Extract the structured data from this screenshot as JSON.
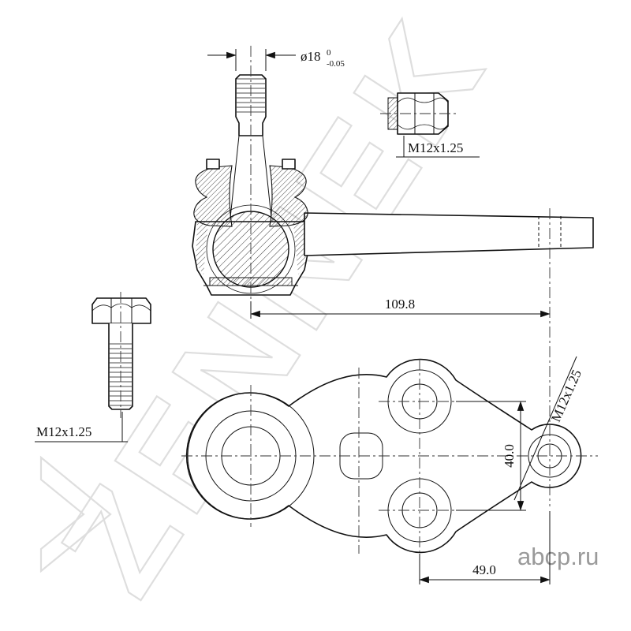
{
  "watermark": {
    "brand": "ZENNEK",
    "site": "abcp.ru",
    "brand_color": "#dedede",
    "site_color": "#9a9a9a"
  },
  "dimensions": {
    "stud_diameter": "ø18",
    "stud_tolerance_upper": "0",
    "stud_tolerance_lower": "-0.05",
    "overall_length": "109.8",
    "bolt_hole_spacing": "40.0",
    "pin_offset": "49.0"
  },
  "labels": {
    "nut_thread": "M12x1.25",
    "bolt_thread": "M12x1.25",
    "pin_thread": "M12x1.25"
  }
}
